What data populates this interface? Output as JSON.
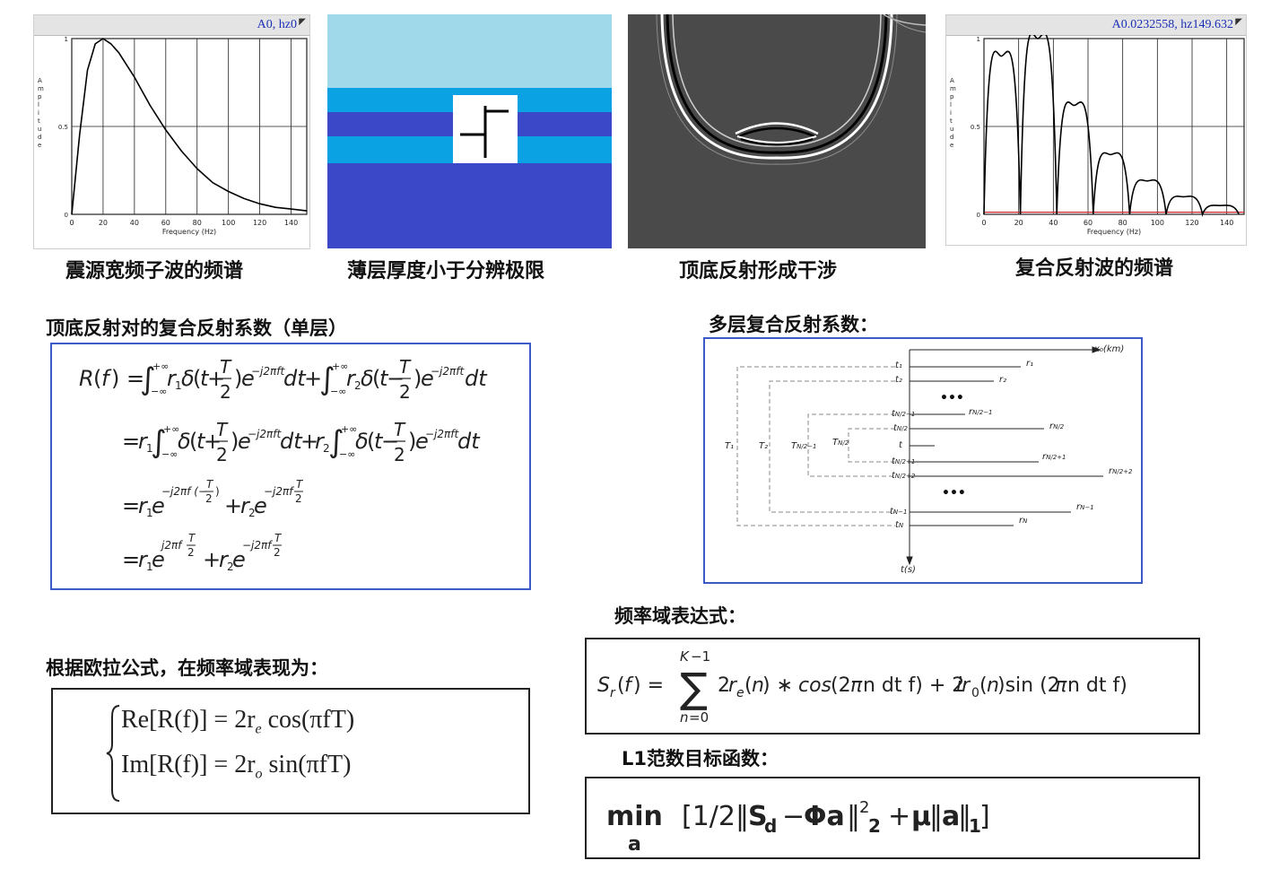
{
  "panels": [
    {
      "caption": "震源宽频子波的频谱",
      "readout": "A0, hz0",
      "xlabel": "Frequency (Hz)",
      "ylabel": "Amplitude"
    },
    {
      "caption": "薄层厚度小于分辨极限"
    },
    {
      "caption": "顶底反射形成干涉"
    },
    {
      "caption": "复合反射波的频谱",
      "readout": "A0.0232558, hz149.632",
      "xlabel": "Frequency (Hz)",
      "ylabel": "Amplitude"
    }
  ],
  "chart_data": [
    {
      "type": "line",
      "xlabel": "Frequency (Hz)",
      "ylabel": "Amplitude",
      "xlim": [
        0,
        150
      ],
      "ylim": [
        0,
        1
      ],
      "xticks": [
        "0",
        "20",
        "40",
        "60",
        "80",
        "100",
        "120",
        "140"
      ],
      "yticks": [
        "0",
        "0.5",
        "1"
      ],
      "grid": true,
      "x": [
        0,
        5,
        10,
        15,
        20,
        25,
        30,
        40,
        50,
        60,
        70,
        80,
        90,
        100,
        110,
        120,
        130,
        140,
        150
      ],
      "y": [
        0.0,
        0.45,
        0.82,
        0.97,
        1.0,
        0.97,
        0.92,
        0.78,
        0.62,
        0.48,
        0.36,
        0.26,
        0.18,
        0.13,
        0.09,
        0.06,
        0.04,
        0.03,
        0.02
      ]
    },
    {
      "type": "line",
      "xlabel": "Frequency (Hz)",
      "ylabel": "Amplitude",
      "xlim": [
        0,
        150
      ],
      "ylim": [
        0,
        1
      ],
      "xticks": [
        "0",
        "20",
        "40",
        "60",
        "80",
        "100",
        "120",
        "140"
      ],
      "yticks": [
        "0",
        "0.5",
        "1"
      ],
      "grid": true,
      "lobe_peaks_x": [
        10,
        31,
        52,
        73,
        94,
        115,
        136
      ],
      "lobe_peaks_y": [
        0.9,
        1.0,
        0.62,
        0.34,
        0.19,
        0.1,
        0.05
      ],
      "lobe_zeros_x": [
        0,
        21,
        42,
        63,
        84,
        105,
        126,
        147
      ]
    }
  ],
  "headings": {
    "single_layer": "顶底反射对的复合反射系数（单层）",
    "multi_layer": "多层复合反射系数：",
    "euler": "根据欧拉公式，在频率域表现为：",
    "freq_domain": "频率域表达式：",
    "l1": "L1范数目标函数："
  },
  "formulas": {
    "eq_re": "Re[R(f)] = 2r",
    "eq_re_sub": "e",
    "eq_re_tail": " cos(πfT)",
    "eq_im": "Im[R(f)] = 2r",
    "eq_im_sub": "o",
    "eq_im_tail": " sin(πfT)"
  },
  "diagram": {
    "axis_top": "x₀(km)",
    "axis_left": "t(s)",
    "dots": "•••"
  }
}
